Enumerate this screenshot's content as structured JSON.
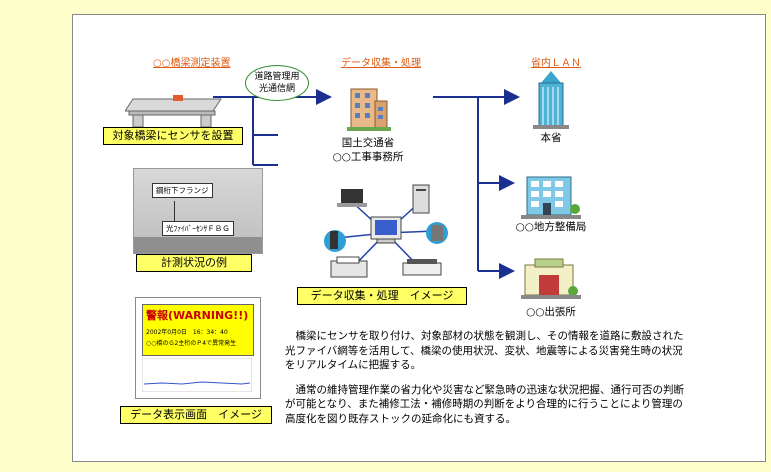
{
  "headers": {
    "bridge_device": "○○橋梁測定装置",
    "data_processing": "データ収集・処理",
    "ministry_lan": "省内ＬＡＮ"
  },
  "comm_line": [
    "道路管理用",
    "光通信網"
  ],
  "labels": {
    "sensor_install": "対象橋梁にセンサを設置",
    "measurement_example": "計測状況の例",
    "data_display": "データ表示画面　イメージ",
    "data_collection_image": "データ収集・処理　イメージ",
    "office": [
      "国土交通省",
      "○○工事事務所"
    ],
    "ministry": "本省",
    "regional_bureau": "○○地方整備局",
    "branch_office": "○○出張所"
  },
  "photo_text": {
    "flange": "鋼桁下フランジ",
    "fbg": "光ﾌｧｲﾊﾞｰｾﾝｻＦＢＧ"
  },
  "screen_text": {
    "warning": "警報(WARNING!!)",
    "date": "2002年0月0日　16：34：40",
    "event": "○○橋のＧ2主桁のＰ4で異常発生"
  },
  "description": [
    "橋梁にセンサを取り付け、対象部材の状態を観測し、その情報を道路に敷設された光ファイバ網等を活用して、橋梁の使用状況、変状、地震等による災害発生時の状況をリアルタイムに把握する。",
    "通常の維持管理作業の省力化や災害など緊急時の迅速な状況把握、通行可否の判断が可能となり、また補修工法・補修時期の判断をより合理的に行うことにより管理の高度化を図り既存ストックの延命化にも資する。"
  ],
  "colors": {
    "page_background": "#ffffcc",
    "header_text": "#e05a10",
    "label_box": "#ffff66",
    "arrow": "#1a2f8f",
    "warning_box": "#ffff00",
    "warning_text": "#cc0000"
  },
  "icons": [
    "bridge-icon",
    "office-building-icon",
    "computer-icon",
    "printer-icon",
    "scanner-icon",
    "phone-icon",
    "server-icon",
    "ministry-tower-icon",
    "regional-bureau-building-icon",
    "branch-office-building-icon"
  ]
}
